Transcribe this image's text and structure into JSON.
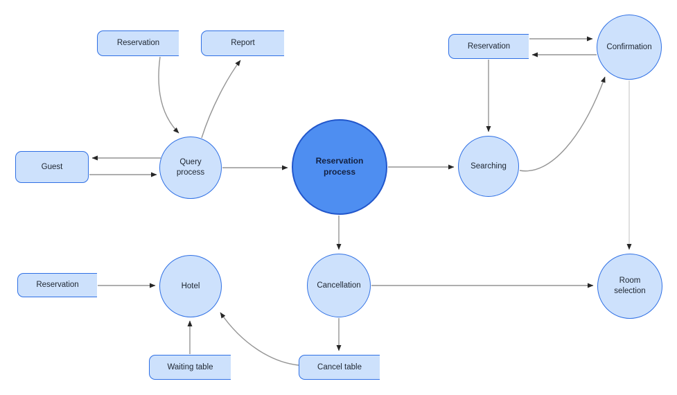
{
  "diagram": {
    "type": "data-flow-diagram",
    "colors": {
      "shape_fill": "#cde1fc",
      "shape_border": "#2e6fe4",
      "main_process_fill": "#4e8ef1",
      "main_process_border": "#2156cb",
      "text": "#1d2530",
      "edge_line": "#949494",
      "edge_line_light": "#d3d3d3",
      "arrowhead": "#262626"
    },
    "nodes": [
      {
        "id": "store-reservation-top-left",
        "type": "data-store",
        "label": "Reservation"
      },
      {
        "id": "store-report",
        "type": "data-store",
        "label": "Report"
      },
      {
        "id": "entity-guest",
        "type": "external-entity",
        "label": "Guest"
      },
      {
        "id": "process-query",
        "type": "process",
        "label": "Query process"
      },
      {
        "id": "process-reservation-main",
        "type": "process-main",
        "label": "Reservation process"
      },
      {
        "id": "process-searching",
        "type": "process",
        "label": "Searching"
      },
      {
        "id": "store-reservation-top-right",
        "type": "data-store",
        "label": "Reservation"
      },
      {
        "id": "process-confirmation",
        "type": "process",
        "label": "Confirmation"
      },
      {
        "id": "process-cancellation",
        "type": "process",
        "label": "Cancellation"
      },
      {
        "id": "process-hotel",
        "type": "process",
        "label": "Hotel"
      },
      {
        "id": "process-room-selection",
        "type": "process",
        "label": "Room selection"
      },
      {
        "id": "store-reservation-bottom-left",
        "type": "data-store",
        "label": "Reservation"
      },
      {
        "id": "store-waiting-table",
        "type": "data-store",
        "label": "Waiting table"
      },
      {
        "id": "store-cancel-table",
        "type": "data-store",
        "label": "Cancel table"
      }
    ],
    "edges": [
      {
        "from": "store-reservation-top-left",
        "to": "process-query"
      },
      {
        "from": "process-query",
        "to": "store-report"
      },
      {
        "from": "process-query",
        "to": "entity-guest"
      },
      {
        "from": "entity-guest",
        "to": "process-query"
      },
      {
        "from": "process-query",
        "to": "process-reservation-main"
      },
      {
        "from": "process-reservation-main",
        "to": "process-searching"
      },
      {
        "from": "store-reservation-top-right",
        "to": "process-searching"
      },
      {
        "from": "store-reservation-top-right",
        "to": "process-confirmation"
      },
      {
        "from": "process-confirmation",
        "to": "store-reservation-top-right"
      },
      {
        "from": "process-searching",
        "to": "process-confirmation"
      },
      {
        "from": "process-confirmation",
        "to": "process-room-selection"
      },
      {
        "from": "process-reservation-main",
        "to": "process-cancellation"
      },
      {
        "from": "process-cancellation",
        "to": "process-room-selection"
      },
      {
        "from": "process-cancellation",
        "to": "store-cancel-table"
      },
      {
        "from": "store-cancel-table",
        "to": "process-hotel"
      },
      {
        "from": "store-waiting-table",
        "to": "process-hotel"
      },
      {
        "from": "store-reservation-bottom-left",
        "to": "process-hotel"
      }
    ]
  }
}
